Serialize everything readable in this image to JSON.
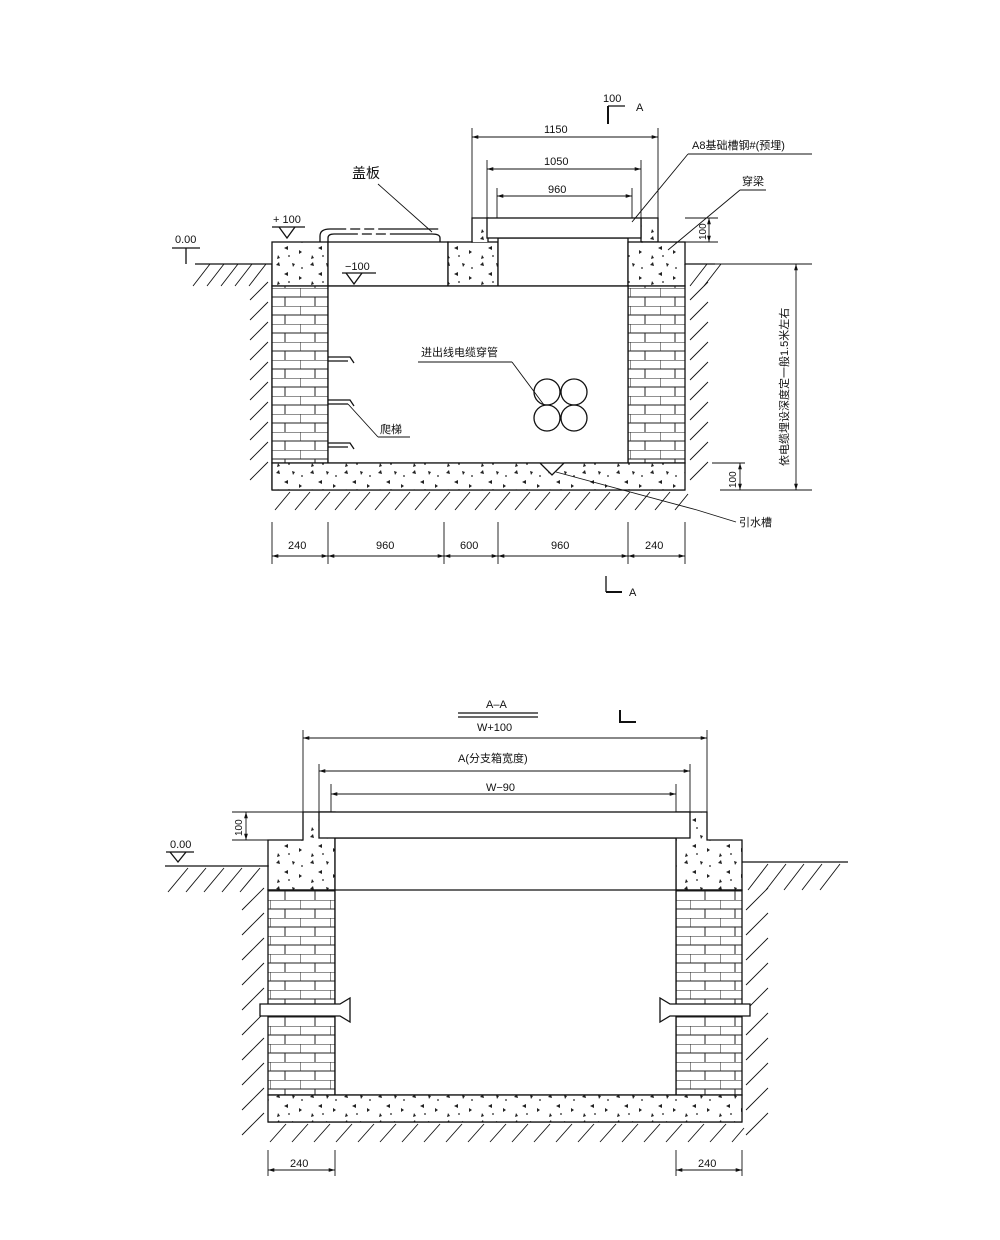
{
  "plan": {
    "section_mark_top": {
      "num": "100",
      "letter": "A"
    },
    "section_mark_bottom": {
      "letter": "A"
    },
    "dims_top": [
      "1150",
      "1050",
      "960"
    ],
    "labels": {
      "channel_steel": "A8基础槽钢#(预埋)",
      "cover": "盖板",
      "beam": "穿梁",
      "level_zero": "0.00",
      "level_plus": "+ 100",
      "level_minus": "−100",
      "cable_pipe": "进出线电缆穿管",
      "ladder": "爬梯",
      "drain": "引水槽",
      "depth_note": "依电缆埋设深度定一般1.5米左右",
      "dim_100_a": "100",
      "dim_100_b": "100"
    },
    "dims_bottom": [
      "240",
      "960",
      "600",
      "960",
      "240"
    ]
  },
  "section": {
    "title": "A–A",
    "dims": [
      "W+100",
      "A(分支箱宽度)",
      "W−90"
    ],
    "level_zero": "0.00",
    "dim_100": "100",
    "dims_bottom": [
      "240",
      "240"
    ]
  }
}
